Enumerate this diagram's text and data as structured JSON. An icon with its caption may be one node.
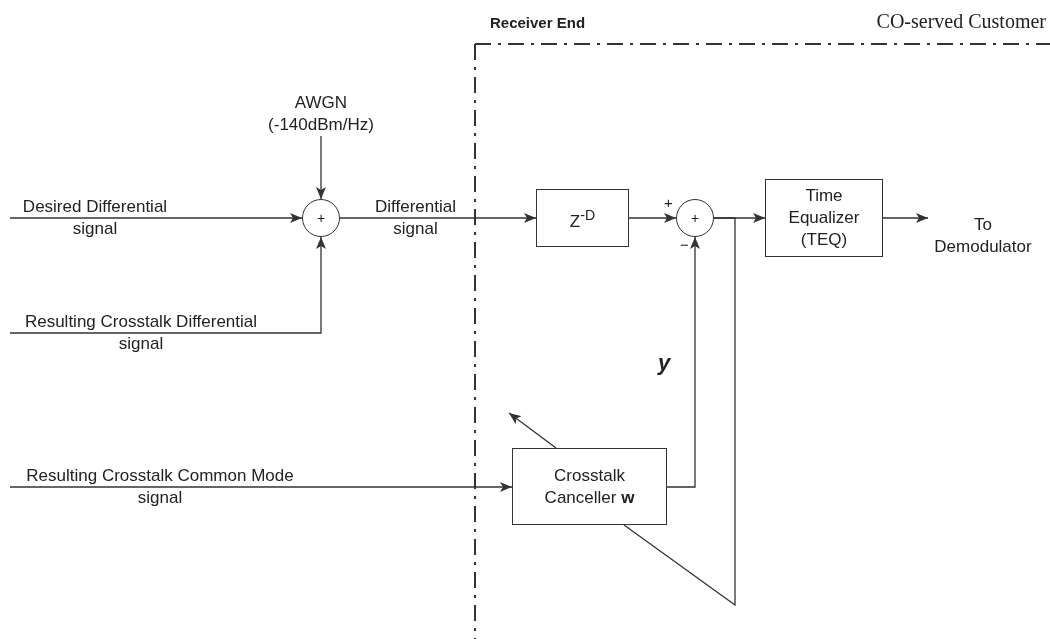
{
  "diagram": {
    "nodes": [
      {
        "text": [
          "Receiver End",
          "CO-served Customer"
        ]
      },
      {
        "text": [
          "+"
        ]
      },
      {
        "text": [
          "AWGN (-140dBm/Hz)"
        ]
      },
      {
        "text": [
          "Desired Differential signal"
        ]
      },
      {
        "text": [
          "Resulting Crosstalk Differential signal"
        ]
      },
      {
        "text": [
          "Z$^{-D}$"
        ],
        "in": 0
      },
      {
        "text": [
          "+"
        ],
        "in": 0,
        "beside": [
          "+",
          "−"
        ]
      },
      {
        "text": [
          "Time Equalizer (TEQ)"
        ],
        "in": 0
      },
      {
        "text": [
          "To Demodulator"
        ],
        "in": 0
      },
      {
        "text": [
          "Crosstalk Canceller **w**"
        ],
        "in": 0
      },
      {
        "text": [
          "Resulting Crosstalk Common Mode signal"
        ]
      }
    ],
    "edges": [
      {
        "from": 3,
        "to": 1,
        "arrow": "to"
      },
      {
        "from": 2,
        "to": 1,
        "arrow": "to"
      },
      {
        "from": 4,
        "to": 1,
        "arrow": "to"
      },
      {
        "from": 1,
        "to": 5,
        "arrow": "to",
        "label": "Differential signal"
      },
      {
        "from": 5,
        "to": 6,
        "arrow": "to"
      },
      {
        "from": 6,
        "to": 7,
        "arrow": "to"
      },
      {
        "from": 7,
        "to": 8,
        "arrow": "to"
      },
      {
        "from": 9,
        "to": 6,
        "arrow": "to",
        "label": "y"
      },
      {
        "from": 10,
        "to": 9,
        "arrow": "to"
      },
      {
        "from": 6,
        "to": 9,
        "arrow": "none"
      },
      {
        "from": 9,
        "to": null,
        "arrow": "to"
      }
    ]
  }
}
